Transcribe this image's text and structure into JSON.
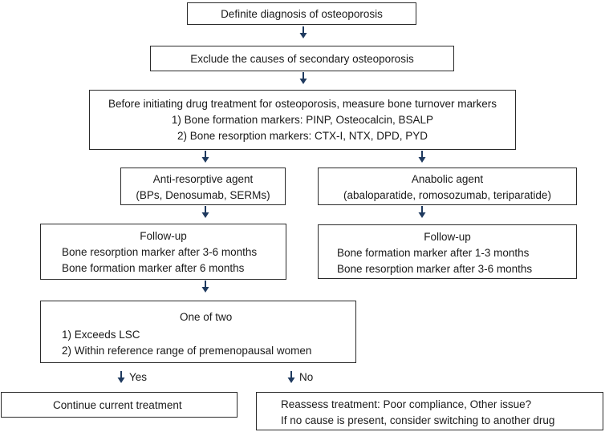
{
  "boxes": {
    "diagnosis": {
      "text": "Definite diagnosis of osteoporosis"
    },
    "exclude": {
      "text": "Exclude the causes of secondary osteoporosis"
    },
    "measure": {
      "line1": "Before initiating drug treatment for osteoporosis, measure bone turnover markers",
      "line2": "1) Bone formation markers: PINP, Osteocalcin, BSALP",
      "line3": "2) Bone resorption markers: CTX-I, NTX, DPD, PYD"
    },
    "antiresorptive": {
      "line1": "Anti-resorptive agent",
      "line2": "(BPs, Denosumab, SERMs)"
    },
    "anabolic": {
      "line1": "Anabolic agent",
      "line2": "(abaloparatide, romosozumab, teriparatide)"
    },
    "followup_left": {
      "title": "Follow-up",
      "line1": "Bone resorption marker after 3-6 months",
      "line2": "Bone formation marker after 6 months"
    },
    "followup_right": {
      "title": "Follow-up",
      "line1": "Bone formation marker after 1-3 months",
      "line2": "Bone resorption marker after 3-6 months"
    },
    "oneoftwo": {
      "title": "One of two",
      "line1": "1) Exceeds LSC",
      "line2": "2) Within reference range of premenopausal women"
    },
    "continue": {
      "text": "Continue current treatment"
    },
    "reassess": {
      "line1": "Reassess treatment: Poor compliance, Other issue?",
      "line2": "If no cause is present, consider switching to another drug"
    }
  },
  "edges": {
    "yes": "Yes",
    "no": "No"
  },
  "colors": {
    "arrow": "#1f3a5f",
    "border": "#2b2b2b"
  }
}
